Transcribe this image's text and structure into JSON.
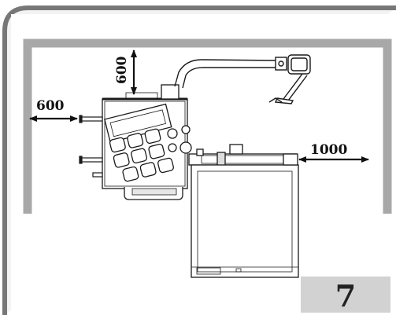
{
  "figure": {
    "dimensions": {
      "top": "600",
      "left": "600",
      "right": "1000"
    },
    "page_number": "7"
  },
  "colors": {
    "frame": "#777777",
    "frame_fill": "#f3f3f3",
    "wall": "#a8a8a8",
    "line": "#1a1a1a",
    "badge": "#d2d2d2"
  }
}
